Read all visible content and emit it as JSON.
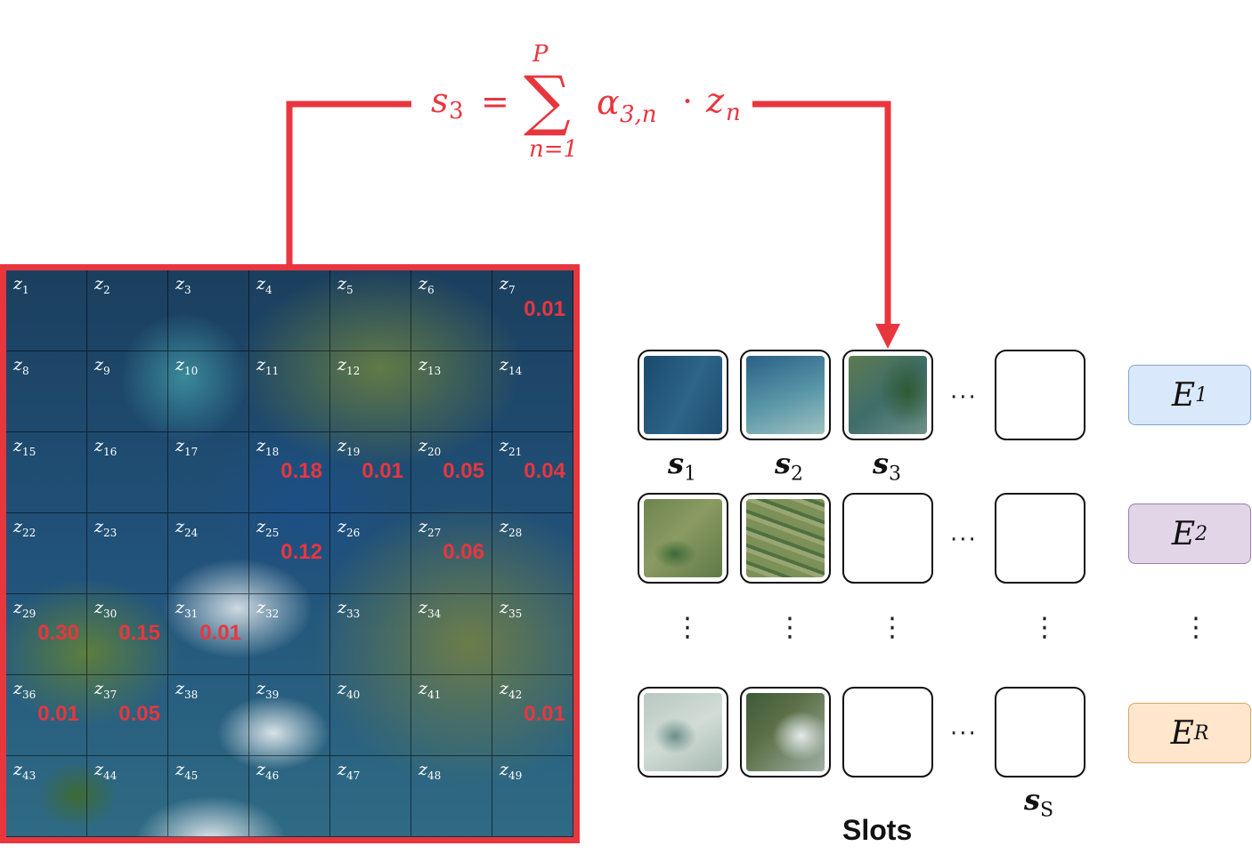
{
  "formula": {
    "lhs": "s",
    "lhs_sub": "3",
    "equals": "=",
    "sum_symbol": "∑",
    "sum_upper": "P",
    "sum_lower": "n=1",
    "alpha": "α",
    "alpha_sub": "3,n",
    "dot": "·",
    "z": "z",
    "z_sub": "n"
  },
  "colors": {
    "accent": "#e8363f",
    "e1_fill": "#dae8fc",
    "e1_border": "#7ea6d8",
    "e2_fill": "#e1d5e7",
    "e2_border": "#9c7fad",
    "er_fill": "#ffe6cc",
    "er_border": "#d6a85e"
  },
  "patches": [
    {
      "label": "z",
      "sub": "1",
      "weight": ""
    },
    {
      "label": "z",
      "sub": "2",
      "weight": ""
    },
    {
      "label": "z",
      "sub": "3",
      "weight": ""
    },
    {
      "label": "z",
      "sub": "4",
      "weight": ""
    },
    {
      "label": "z",
      "sub": "5",
      "weight": ""
    },
    {
      "label": "z",
      "sub": "6",
      "weight": ""
    },
    {
      "label": "z",
      "sub": "7",
      "weight": "0.01"
    },
    {
      "label": "z",
      "sub": "8",
      "weight": ""
    },
    {
      "label": "z",
      "sub": "9",
      "weight": ""
    },
    {
      "label": "z",
      "sub": "10",
      "weight": ""
    },
    {
      "label": "z",
      "sub": "11",
      "weight": ""
    },
    {
      "label": "z",
      "sub": "12",
      "weight": ""
    },
    {
      "label": "z",
      "sub": "13",
      "weight": ""
    },
    {
      "label": "z",
      "sub": "14",
      "weight": ""
    },
    {
      "label": "z",
      "sub": "15",
      "weight": ""
    },
    {
      "label": "z",
      "sub": "16",
      "weight": ""
    },
    {
      "label": "z",
      "sub": "17",
      "weight": ""
    },
    {
      "label": "z",
      "sub": "18",
      "weight": "0.18"
    },
    {
      "label": "z",
      "sub": "19",
      "weight": "0.01"
    },
    {
      "label": "z",
      "sub": "20",
      "weight": "0.05"
    },
    {
      "label": "z",
      "sub": "21",
      "weight": "0.04"
    },
    {
      "label": "z",
      "sub": "22",
      "weight": ""
    },
    {
      "label": "z",
      "sub": "23",
      "weight": ""
    },
    {
      "label": "z",
      "sub": "24",
      "weight": ""
    },
    {
      "label": "z",
      "sub": "25",
      "weight": "0.12"
    },
    {
      "label": "z",
      "sub": "26",
      "weight": ""
    },
    {
      "label": "z",
      "sub": "27",
      "weight": "0.06"
    },
    {
      "label": "z",
      "sub": "28",
      "weight": ""
    },
    {
      "label": "z",
      "sub": "29",
      "weight": "0.30"
    },
    {
      "label": "z",
      "sub": "30",
      "weight": "0.15"
    },
    {
      "label": "z",
      "sub": "31",
      "weight": "0.01"
    },
    {
      "label": "z",
      "sub": "32",
      "weight": ""
    },
    {
      "label": "z",
      "sub": "33",
      "weight": ""
    },
    {
      "label": "z",
      "sub": "34",
      "weight": ""
    },
    {
      "label": "z",
      "sub": "35",
      "weight": ""
    },
    {
      "label": "z",
      "sub": "36",
      "weight": "0.01"
    },
    {
      "label": "z",
      "sub": "37",
      "weight": "0.05"
    },
    {
      "label": "z",
      "sub": "38",
      "weight": ""
    },
    {
      "label": "z",
      "sub": "39",
      "weight": ""
    },
    {
      "label": "z",
      "sub": "40",
      "weight": ""
    },
    {
      "label": "z",
      "sub": "41",
      "weight": ""
    },
    {
      "label": "z",
      "sub": "42",
      "weight": "0.01"
    },
    {
      "label": "z",
      "sub": "43",
      "weight": ""
    },
    {
      "label": "z",
      "sub": "44",
      "weight": ""
    },
    {
      "label": "z",
      "sub": "45",
      "weight": ""
    },
    {
      "label": "z",
      "sub": "46",
      "weight": ""
    },
    {
      "label": "z",
      "sub": "47",
      "weight": ""
    },
    {
      "label": "z",
      "sub": "48",
      "weight": ""
    },
    {
      "label": "z",
      "sub": "49",
      "weight": ""
    }
  ],
  "slot_labels": {
    "s1": {
      "base": "s",
      "sub": "1"
    },
    "s2": {
      "base": "s",
      "sub": "2"
    },
    "s3": {
      "base": "s",
      "sub": "3"
    },
    "sS": {
      "base": "s",
      "sub": "S"
    }
  },
  "ellipsis_h": "···",
  "ellipsis_v": "⋮",
  "slots_title": "Slots",
  "encoders": [
    {
      "base": "E",
      "sub": "1"
    },
    {
      "base": "E",
      "sub": "2"
    },
    {
      "base": "E",
      "sub": "R"
    }
  ]
}
